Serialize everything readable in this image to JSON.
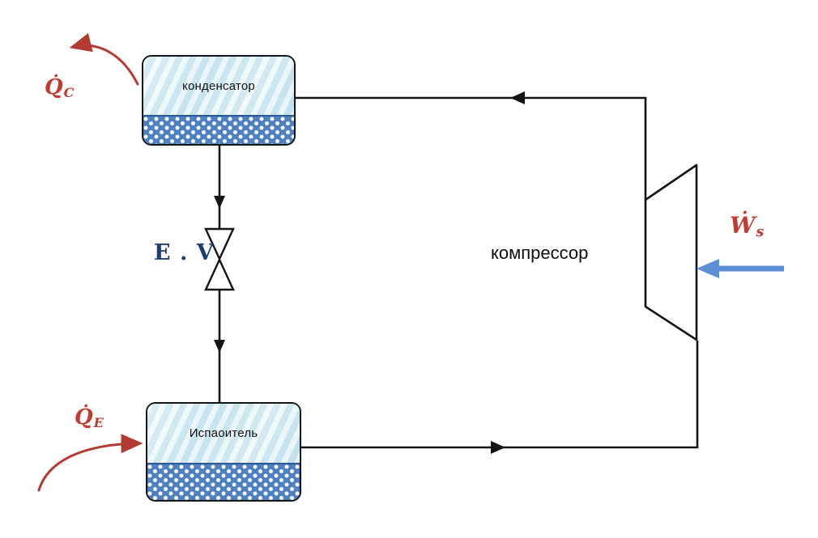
{
  "diagram": {
    "condenser": {
      "label": "конденсатор"
    },
    "evaporator": {
      "label": "Испаоитель"
    },
    "compressor": {
      "label": "компрессор"
    },
    "expansion_valve": {
      "label": "E . V"
    },
    "heat_rejected": {
      "symbol": "Q̇",
      "subscript": "C"
    },
    "heat_absorbed": {
      "symbol": "Q̇",
      "subscript": "E"
    },
    "shaft_work": {
      "symbol": "Ẇ",
      "subscript": "s"
    }
  },
  "colors": {
    "pipe": "#141414",
    "heat_arrow_red": "#b43b32",
    "math_label_red": "#c23b2e",
    "work_arrow_blue": "#5b8ed6",
    "valve_label_navy": "#1d3e75",
    "tank_band_blue": "#4d80c0",
    "tank_fill_ice": "#d9eef4"
  }
}
